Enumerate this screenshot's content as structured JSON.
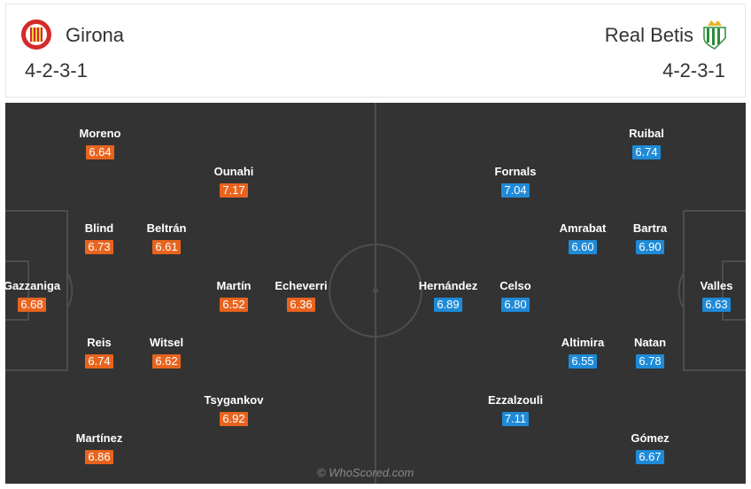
{
  "header": {
    "home_team": "Girona",
    "home_formation": "4-2-3-1",
    "away_team": "Real Betis",
    "away_formation": "4-2-3-1"
  },
  "colors": {
    "pitch": "#333333",
    "lines": "#4d4d4d",
    "home_rating": "#e8641e",
    "away_rating": "#1e8ad8"
  },
  "home_players": [
    {
      "name": "Moreno",
      "rating": "6.64"
    },
    {
      "name": "Ounahi",
      "rating": "7.17"
    },
    {
      "name": "Blind",
      "rating": "6.73"
    },
    {
      "name": "Beltrán",
      "rating": "6.61"
    },
    {
      "name": "Gazzaniga",
      "rating": "6.68"
    },
    {
      "name": "Martín",
      "rating": "6.52"
    },
    {
      "name": "Echeverri",
      "rating": "6.36"
    },
    {
      "name": "Reis",
      "rating": "6.74"
    },
    {
      "name": "Witsel",
      "rating": "6.62"
    },
    {
      "name": "Tsygankov",
      "rating": "6.92"
    },
    {
      "name": "Martínez",
      "rating": "6.86"
    }
  ],
  "away_players": [
    {
      "name": "Ruibal",
      "rating": "6.74"
    },
    {
      "name": "Fornals",
      "rating": "7.04"
    },
    {
      "name": "Amrabat",
      "rating": "6.60"
    },
    {
      "name": "Bartra",
      "rating": "6.90"
    },
    {
      "name": "Hernández",
      "rating": "6.89"
    },
    {
      "name": "Celso",
      "rating": "6.80"
    },
    {
      "name": "Valles",
      "rating": "6.63"
    },
    {
      "name": "Altimira",
      "rating": "6.55"
    },
    {
      "name": "Natan",
      "rating": "6.78"
    },
    {
      "name": "Ezzalzouli",
      "rating": "7.11"
    },
    {
      "name": "Gómez",
      "rating": "6.67"
    }
  ],
  "watermark": "© WhoScored.com"
}
